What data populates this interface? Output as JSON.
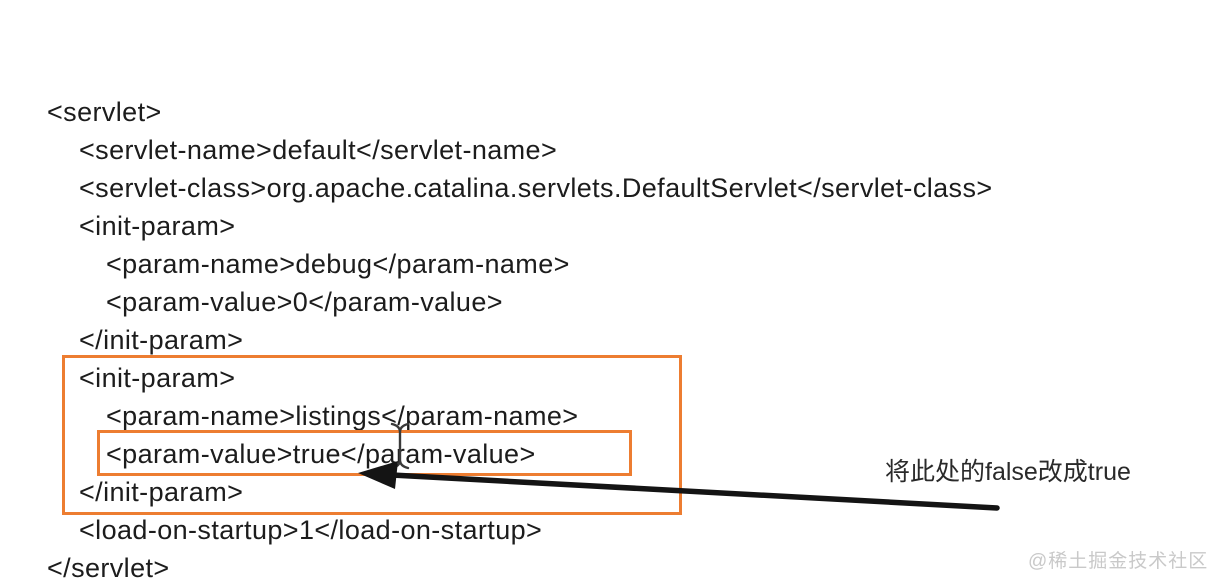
{
  "code": {
    "lines": [
      "<servlet>",
      "<servlet-name>default</servlet-name>",
      "<servlet-class>org.apache.catalina.servlets.DefaultServlet</servlet-class>",
      "<init-param>",
      "<param-name>debug</param-name>",
      "<param-value>0</param-value>",
      "</init-param>",
      "<init-param>",
      "<param-name>listings</param-name>",
      "<param-value>true</param-value>",
      "</init-param>",
      "<load-on-startup>1</load-on-startup>",
      "</servlet>"
    ]
  },
  "annotation": {
    "note": "将此处的false改成true"
  },
  "watermark": {
    "text": "@稀土掘金技术社区"
  },
  "colors": {
    "highlight_box": "#ED7D31",
    "arrow": "#141414",
    "code_text": "#1c1c1c",
    "watermark_text": "#c9c9c9"
  }
}
